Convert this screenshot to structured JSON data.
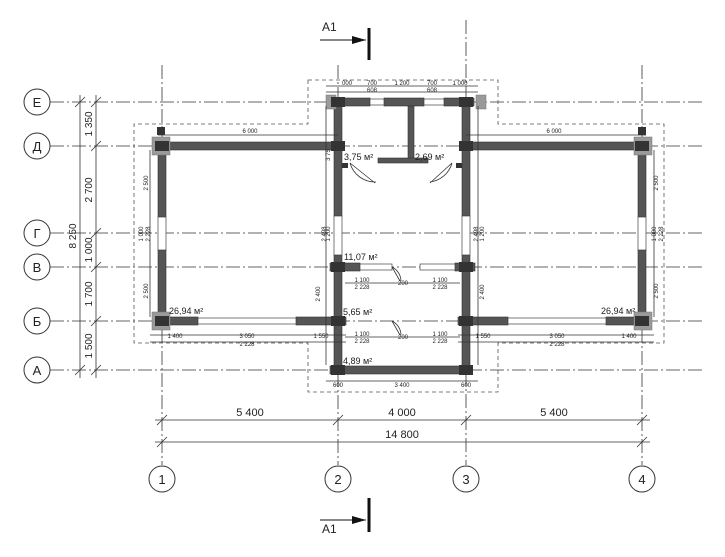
{
  "section_label": "A1",
  "row_axes": [
    "Е",
    "Д",
    "Г",
    "В",
    "Б",
    "А"
  ],
  "col_axes": [
    "1",
    "2",
    "3",
    "4"
  ],
  "left_dims": {
    "total": "8 250",
    "segments": [
      "1 350",
      "2 700",
      "1 000",
      "1 700",
      "1 500"
    ]
  },
  "bottom_dims": {
    "segments": [
      "5 400",
      "4 000",
      "5 400"
    ],
    "total": "14 800"
  },
  "rooms": {
    "vestibule_left": "3,75 м²",
    "vestibule_right": "2,69 м²",
    "hall": "11,07 м²",
    "room_left": "26,94 м²",
    "room_right": "26,94 м²",
    "corridor": "5,65 м²",
    "porch": "4,89 м²"
  },
  "wall_dims": {
    "left_top": "6 000",
    "right_top": "6 000",
    "top_segs": [
      "000",
      "700",
      "1 200",
      "700",
      "1 000"
    ],
    "top_inner": [
      "608",
      "608"
    ],
    "left_side": [
      "2 500",
      "1 000",
      "2 228",
      "2 500"
    ],
    "right_side": [
      "2 500",
      "1 000",
      "2 228",
      "2 500"
    ],
    "mid_left": [
      "3 75",
      "2 498",
      "1 200",
      "2 400"
    ],
    "mid_right": [
      "1 200",
      "2 498",
      "2 400"
    ],
    "hall_lower": [
      "1 100",
      "2 228",
      "200",
      "1 100",
      "2 228"
    ],
    "hall_upper": [
      "1 100",
      "2 228",
      "200",
      "1 100",
      "2 228"
    ],
    "bottom_left": [
      "1 400",
      "3 050",
      "2 228",
      "1 550"
    ],
    "bottom_right": [
      "1 550",
      "3 050",
      "2 228",
      "1 400"
    ],
    "porch": [
      "600",
      "3 400",
      "600"
    ]
  }
}
